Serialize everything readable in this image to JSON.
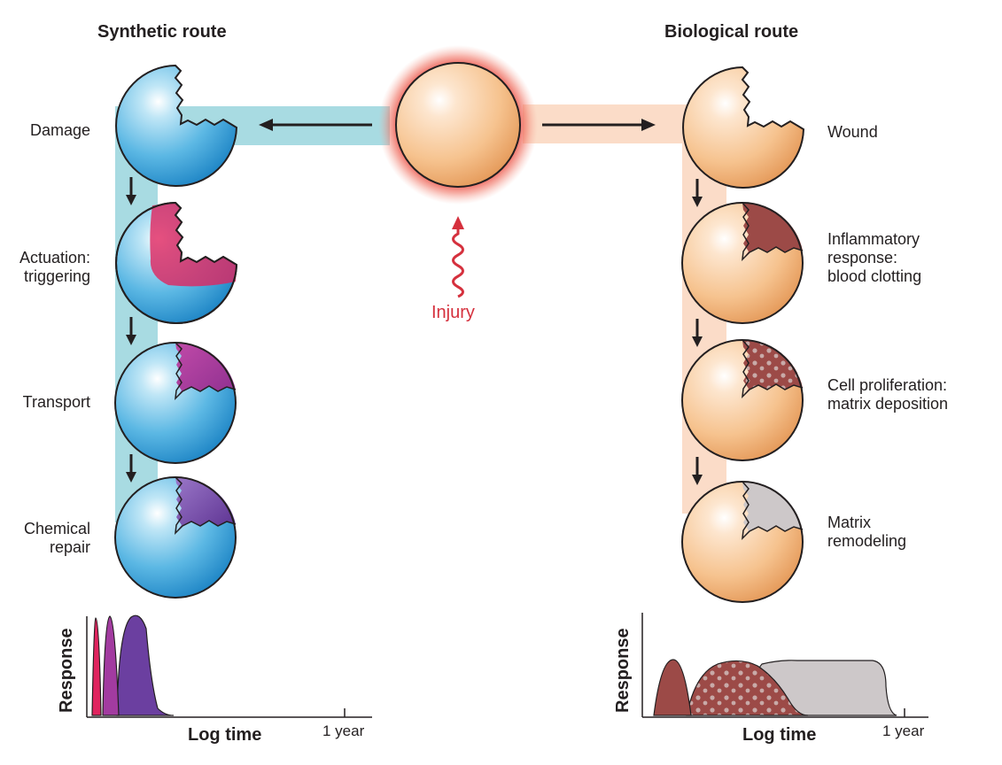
{
  "synthetic": {
    "title": "Synthetic route",
    "steps": [
      "Damage",
      "Actuation:\ntriggering",
      "Transport",
      "Chemical\nrepair"
    ],
    "graph": {
      "y_label": "Response",
      "x_label": "Log time",
      "tick_label": "1 year"
    }
  },
  "biological": {
    "title": "Biological route",
    "steps": [
      "Wound",
      "Inflammatory\nresponse:\nblood clotting",
      "Cell proliferation:\nmatrix deposition",
      "Matrix\nremodeling"
    ],
    "graph": {
      "y_label": "Response",
      "x_label": "Log time",
      "tick_label": "1 year"
    }
  },
  "center": {
    "label": "Injury"
  },
  "colors": {
    "synthetic_band": "#a8dbe2",
    "biological_band": "#fbdcc8",
    "synthetic_sphere": "#3fa9dc",
    "biological_sphere": "#f2b67e",
    "trigger": "#e0245f",
    "transport": "#a23ba0",
    "repair": "#6b3fa0",
    "clot": "#9c4a47",
    "remodel": "#cdc8c9",
    "injury": "#d5303d"
  }
}
